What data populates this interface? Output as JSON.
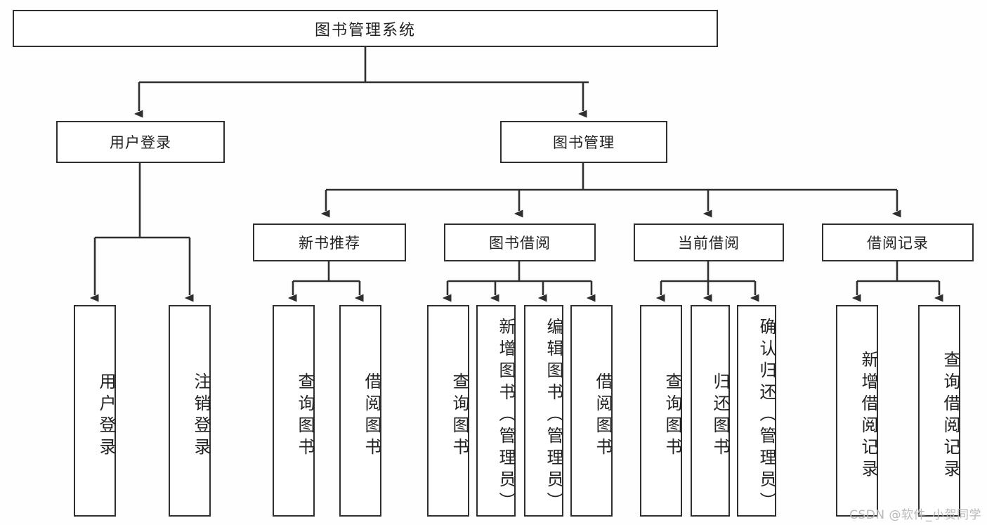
{
  "diagram": {
    "title": "图书管理系统",
    "type": "tree",
    "watermark": "CSDN @软件_小贺同学",
    "colors": {
      "background": "#fefefe",
      "box_fill": "#ffffff",
      "box_stroke": "#2f2f2f",
      "connector": "#2f2f2f",
      "text": "#222222",
      "watermark": "#b9b9b9"
    },
    "root": {
      "label": "图书管理系统"
    },
    "level2": [
      {
        "label": "用户登录"
      },
      {
        "label": "图书管理"
      }
    ],
    "level3": [
      {
        "label": "新书推荐"
      },
      {
        "label": "图书借阅"
      },
      {
        "label": "当前借阅"
      },
      {
        "label": "借阅记录"
      }
    ],
    "leaves": {
      "user_login": [
        {
          "label": "用户登录"
        },
        {
          "label": "注销登录"
        }
      ],
      "new_book_rec": [
        {
          "label": "查询图书"
        },
        {
          "label": "借阅图书"
        }
      ],
      "book_borrow": [
        {
          "label": "查询图书"
        },
        {
          "label": "新增图书（管理员）"
        },
        {
          "label": "编辑图书（管理员）"
        },
        {
          "label": "借阅图书"
        }
      ],
      "current_borrow": [
        {
          "label": "查询图书"
        },
        {
          "label": "归还图书"
        },
        {
          "label": "确认归还（管理员）"
        }
      ],
      "borrow_record": [
        {
          "label": "新增借阅记录"
        },
        {
          "label": "查询借阅记录"
        }
      ]
    }
  }
}
